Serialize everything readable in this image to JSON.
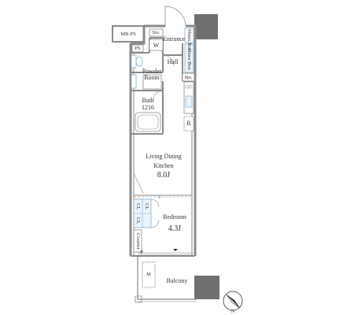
{
  "rooms": {
    "mbps": "MB·PS",
    "ps": "PS",
    "sto_top": "Sto.",
    "washer": "W",
    "entrance": "Entrance",
    "hall": "Hall",
    "shoes_box": "Shoes Box",
    "shoes_box_upper": "Shoes Box",
    "sto_mid": "Sto.",
    "powder_room_line1": "Powder",
    "powder_room_line2": "Room",
    "bath_line1": "Bath",
    "bath_line2": "1216",
    "fridge": "R",
    "ldk_line1": "Living Dining",
    "ldk_line2": "Kitchen",
    "ldk_size": "8.0J",
    "bedroom": "Bedroom",
    "bedroom_size": "4.3J",
    "cl_1": "CL",
    "cl_2": "CL",
    "cl_3": "CL",
    "counter": "Counter",
    "ac_unit": "M",
    "balcony": "Balcony",
    "ps_small": "P"
  },
  "compass": {
    "label": "N"
  },
  "colors": {
    "wall": "#8a8a8a",
    "fixture": "#7fb0d8",
    "dark": "#707070"
  }
}
